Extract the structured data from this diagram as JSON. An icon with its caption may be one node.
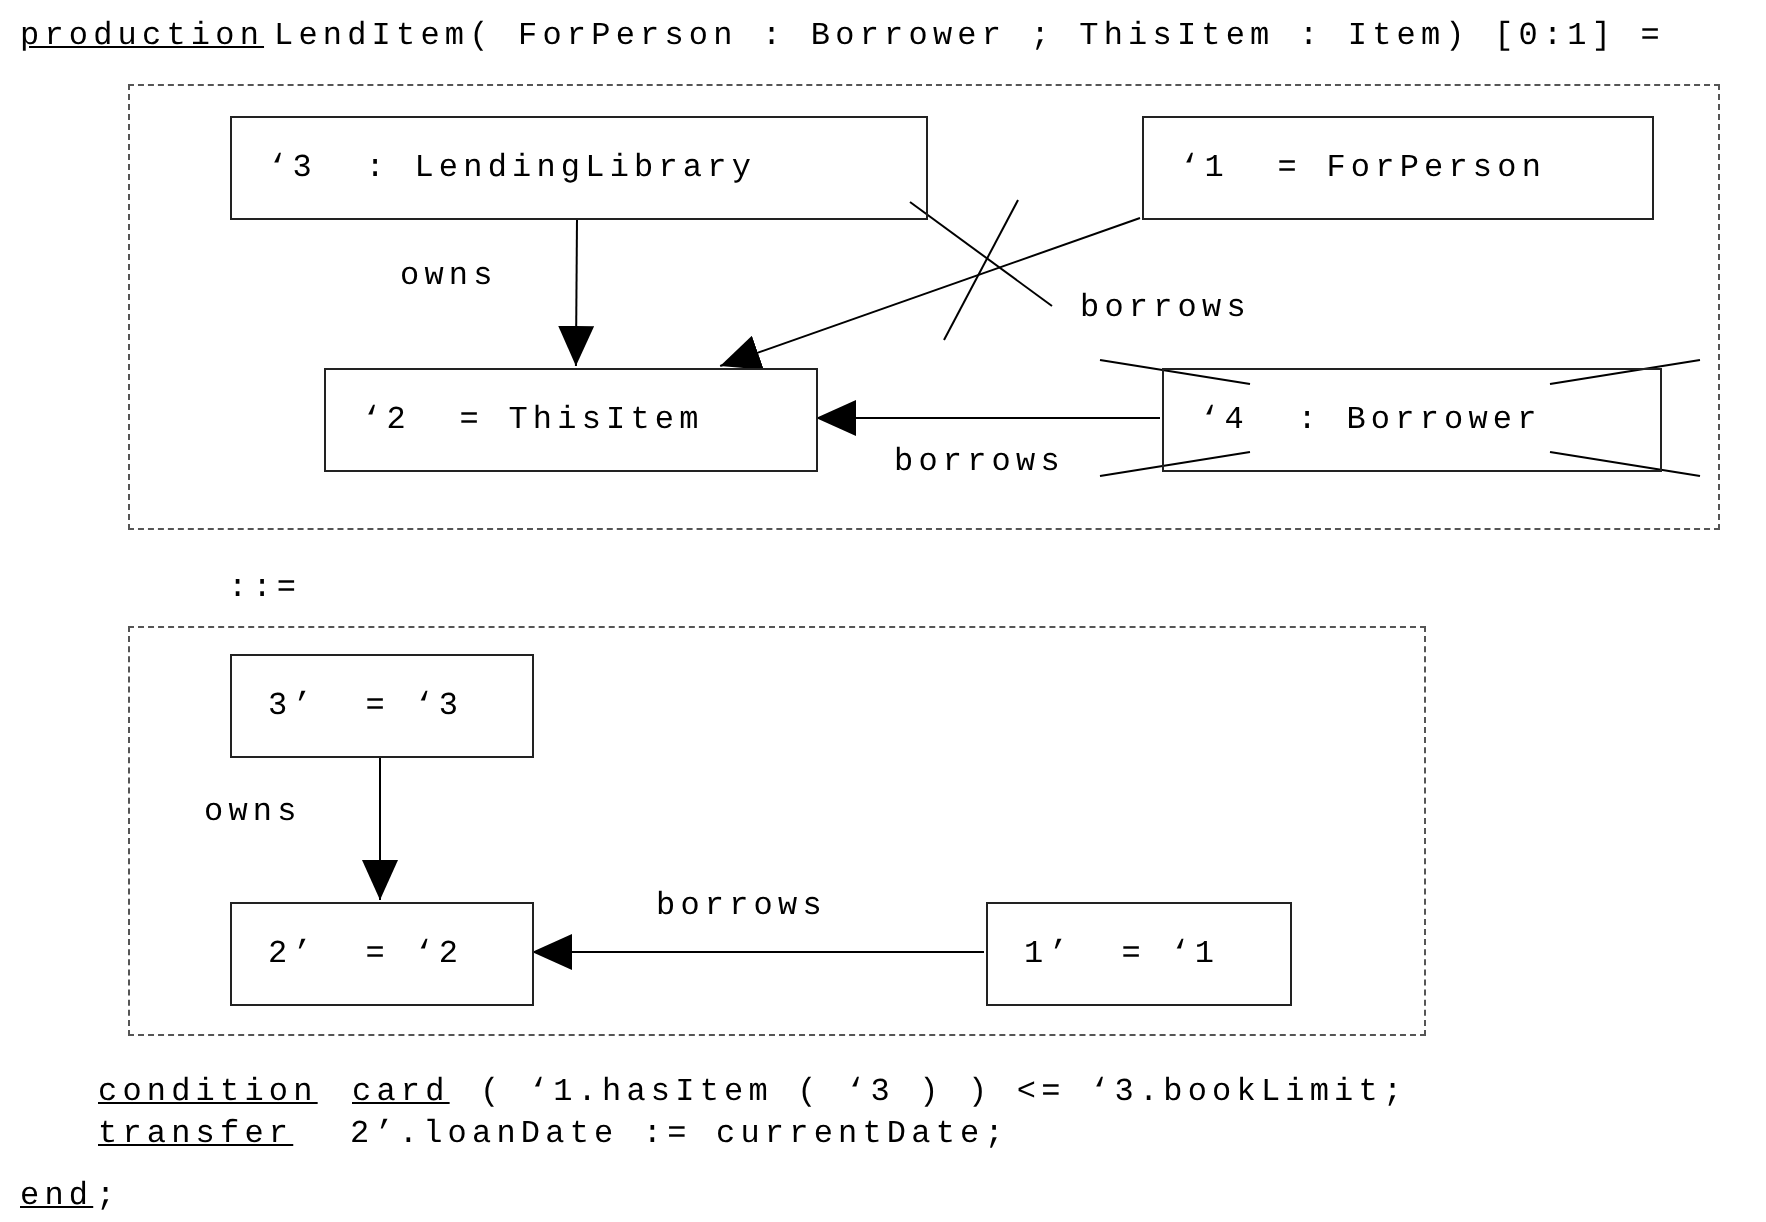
{
  "diagram": {
    "nodes": [
      {
        "text": [],
        "shape": "box"
      },
      {
        "text": [
          "‘3  : LendingLibrary"
        ],
        "in": 0
      },
      {
        "text": [
          "‘1  = ForPerson"
        ],
        "in": 0
      },
      {
        "text": [
          "‘2  = ThisItem"
        ],
        "in": 0
      },
      {
        "text": [
          "‘4  : Borrower"
        ],
        "in": 0
      },
      {
        "text": [],
        "shape": "box"
      },
      {
        "text": [
          "3’  = ‘3"
        ],
        "in": 5
      },
      {
        "text": [
          "2’  = ‘2"
        ],
        "in": 5
      },
      {
        "text": [
          "1’  = ‘1"
        ],
        "in": 5
      }
    ],
    "edges": [
      {
        "from": 1,
        "to": 3,
        "arrow": "to",
        "label": "owns"
      },
      {
        "from": 2,
        "to": 3,
        "arrow": "to",
        "label": "borrows"
      },
      {
        "from": 4,
        "to": 3,
        "arrow": "to",
        "label": "borrows"
      },
      {
        "from": 6,
        "to": 7,
        "arrow": "to",
        "label": "owns"
      },
      {
        "from": 8,
        "to": 7,
        "arrow": "to",
        "label": "borrows"
      }
    ],
    "labels": [
      "production",
      "LendItem( ForPerson : Borrower ; ThisItem : Item) [0:1] =",
      "::=",
      "condition",
      "card",
      "( ‘1.hasItem ( ‘3 ) ) <= ‘3.bookLimit;",
      "transfer",
      "2’.loanDate := currentDate;",
      "end",
      ";"
    ]
  }
}
